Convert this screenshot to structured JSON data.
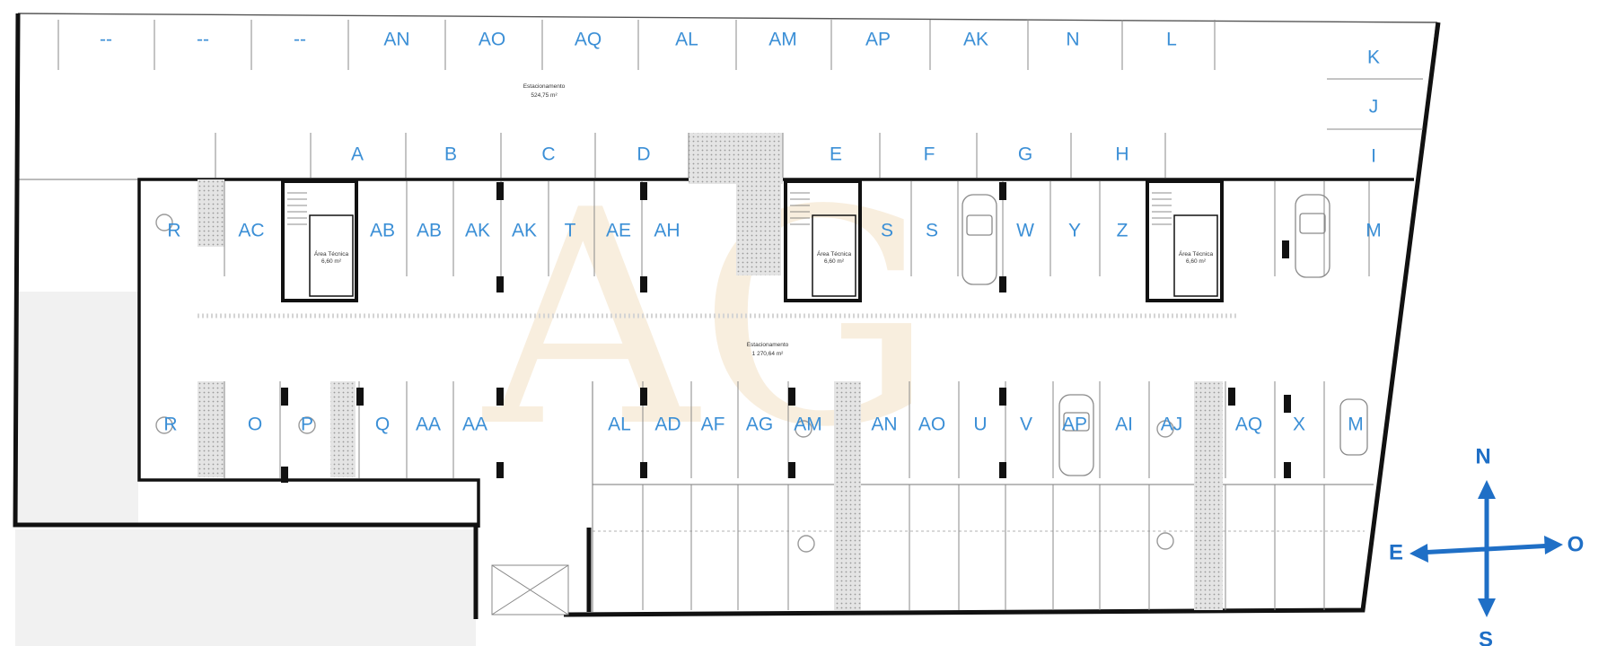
{
  "areas": {
    "upper": {
      "name": "Estacionamento",
      "size": "524,75 m²"
    },
    "lower": {
      "name": "Estacionamento",
      "size": "1 270,64 m²"
    }
  },
  "compass": {
    "north": "N",
    "south": "S",
    "east": "E",
    "west": "O"
  },
  "watermark": "AG",
  "colors": {
    "label": "#3b8fd6",
    "compass": "#1f6fc6",
    "hatch": "#bdbdbd",
    "wall": "#111111"
  },
  "row_top": [
    "--",
    "--",
    "--",
    "AN",
    "AO",
    "AQ",
    "AL",
    "AM",
    "AP",
    "AK",
    "N",
    "L"
  ],
  "row_upper": [
    "A",
    "B",
    "C",
    "D",
    "E",
    "F",
    "G",
    "H"
  ],
  "right_column": [
    "K",
    "J",
    "I"
  ],
  "row_mid": [
    "R",
    "AC",
    "AB",
    "AB",
    "AK",
    "AK",
    "T",
    "AE",
    "AH",
    "S",
    "S",
    "W",
    "Y",
    "Z",
    "M"
  ],
  "row_low": [
    "R",
    "O",
    "P",
    "Q",
    "AA",
    "AA",
    "AL",
    "AD",
    "AF",
    "AG",
    "AM",
    "AN",
    "AO",
    "U",
    "V",
    "AP",
    "AI",
    "AJ",
    "AQ",
    "X",
    "M"
  ]
}
